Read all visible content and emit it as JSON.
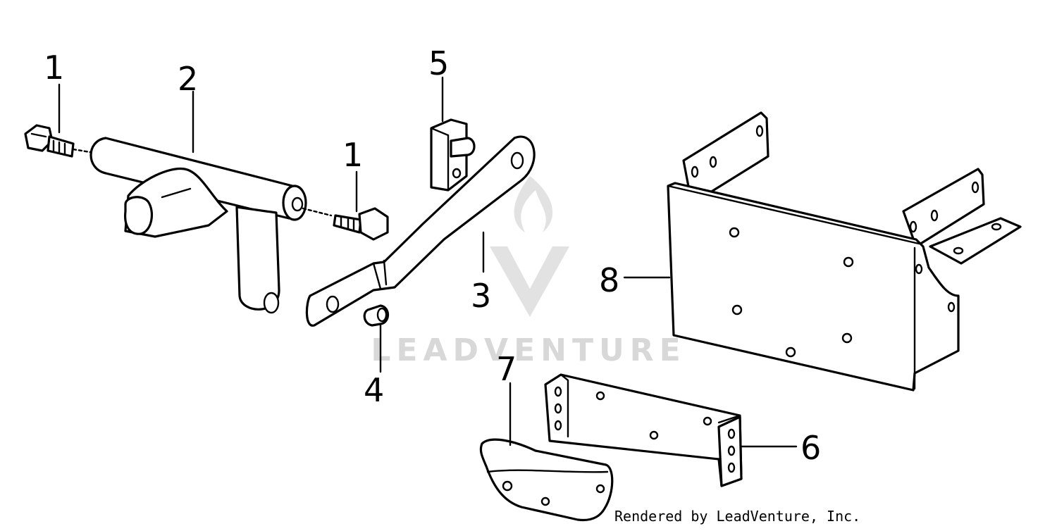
{
  "callouts": {
    "c1a": "1",
    "c2": "2",
    "c1b": "1",
    "c5": "5",
    "c3": "3",
    "c4": "4",
    "c8": "8",
    "c7": "7",
    "c6": "6"
  },
  "watermark": {
    "text": "LEADVENTURE"
  },
  "credit": "Rendered by LeadVenture, Inc."
}
